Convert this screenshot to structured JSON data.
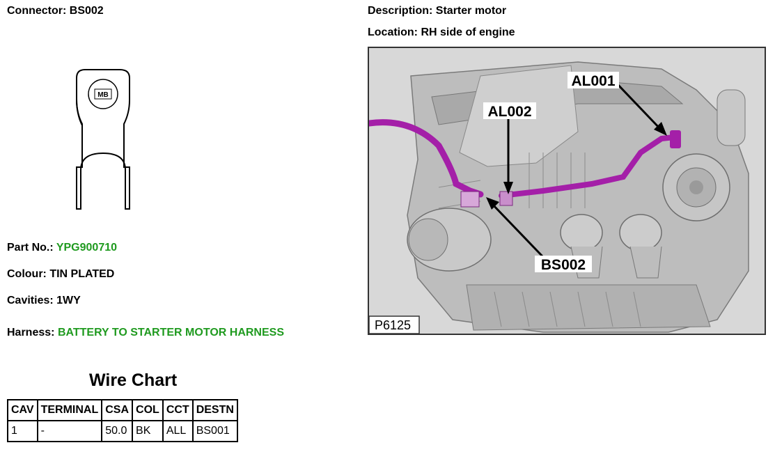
{
  "connector": {
    "label": "Connector:",
    "value": "BS002"
  },
  "connector_marking": "MB",
  "description": {
    "label": "Description:",
    "value": "Starter motor"
  },
  "location": {
    "label": "Location:",
    "value": "RH side of engine"
  },
  "part_no": {
    "label": "Part No.:",
    "value": "YPG900710"
  },
  "colour": {
    "label": "Colour:",
    "value": "TIN PLATED"
  },
  "cavities": {
    "label": "Cavities:",
    "value": "1WY"
  },
  "harness": {
    "label": "Harness:",
    "value": "BATTERY TO STARTER MOTOR HARNESS"
  },
  "wire_chart": {
    "title": "Wire Chart",
    "headers": [
      "CAV",
      "TERMINAL",
      "CSA",
      "COL",
      "CCT",
      "DESTN"
    ],
    "rows": [
      [
        "1",
        "-",
        "50.0",
        "BK",
        "ALL",
        "BS001"
      ]
    ]
  },
  "photo": {
    "callouts": {
      "al001": "AL001",
      "al002": "AL002",
      "bs002": "BS002"
    },
    "photo_id": "P6125",
    "colors": {
      "harness": "#a41fa8",
      "background": "#d9d9d9",
      "engine": "#b5b5b5"
    }
  }
}
